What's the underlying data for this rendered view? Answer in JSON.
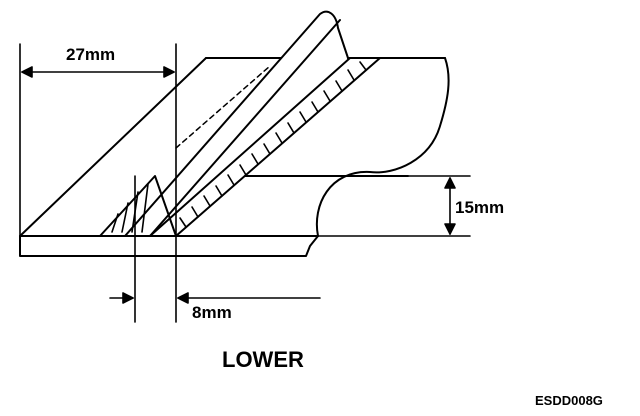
{
  "dimensions": {
    "width_top": "27mm",
    "height_right": "15mm",
    "gap_bottom": "8mm"
  },
  "caption": "LOWER",
  "figure_code": "ESDD008G"
}
